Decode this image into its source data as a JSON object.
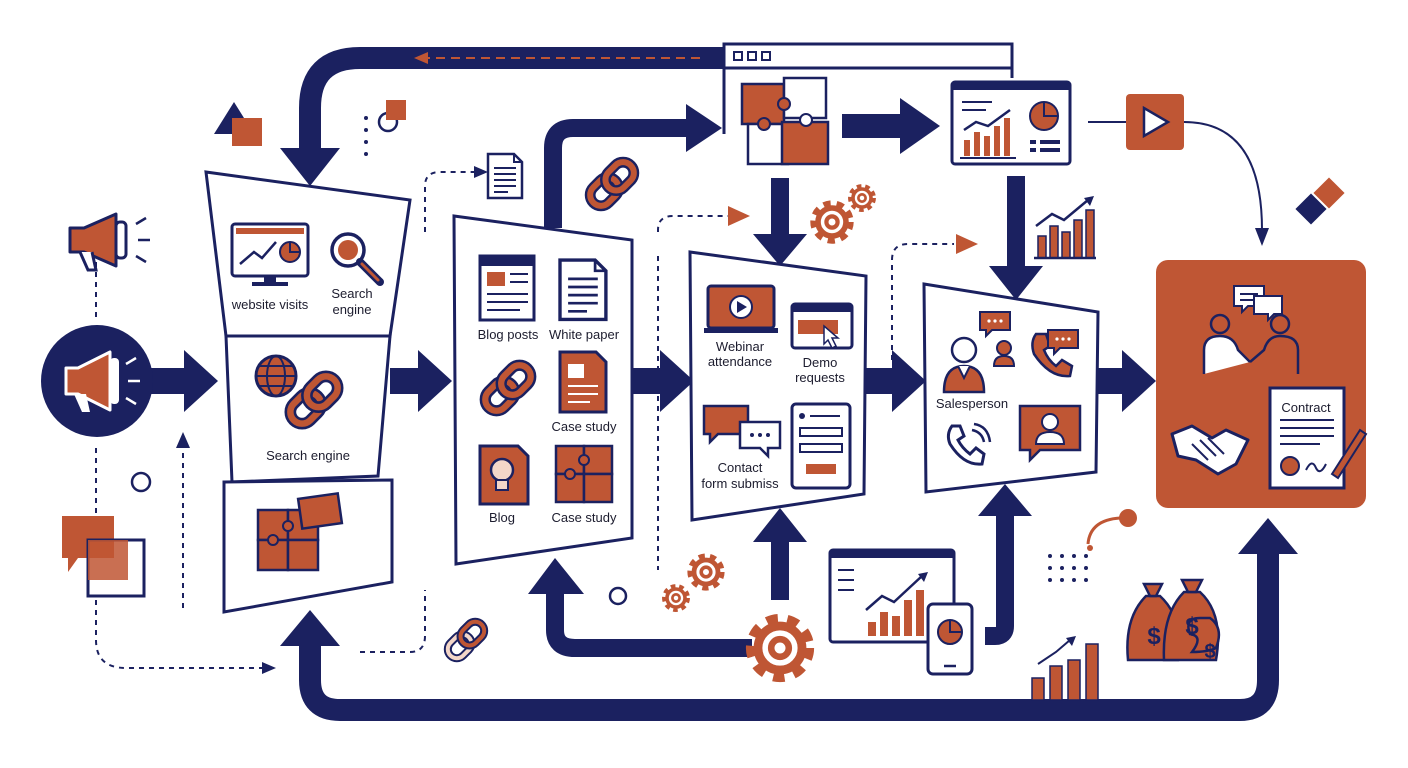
{
  "colors": {
    "navy": "#1b2160",
    "rust": "#bf5634",
    "white": "#ffffff"
  },
  "stage1": {
    "website_visits": "website visits",
    "search_engine_top_1": "Search",
    "search_engine_top_2": "engine",
    "search_engine_mid": "Search engine"
  },
  "stage2": {
    "blog_posts": "Blog posts",
    "white_paper": "White paper",
    "case_study_1": "Case study",
    "blog": "Blog",
    "case_study_2": "Case study"
  },
  "stage3": {
    "webinar_1": "Webinar",
    "webinar_2": "attendance",
    "demo_1": "Demo",
    "demo_2": "requests",
    "contact_1": "Contact",
    "contact_2": "form submiss"
  },
  "stage4": {
    "salesperson": "Salesperson"
  },
  "stage5": {
    "contract": "Contract"
  },
  "icons": [
    "megaphone-icon",
    "monitor-chart-icon",
    "magnifier-icon",
    "globe-icon",
    "chain-link-icon",
    "puzzle-icon",
    "document-icon",
    "lightbulb-icon",
    "webinar-play-icon",
    "demo-screen-icon",
    "chat-bubbles-icon",
    "form-icon",
    "person-icon",
    "phone-icon",
    "video-call-icon",
    "handshake-icon",
    "contract-icon",
    "money-bag-icon",
    "gear-icon",
    "bar-chart-icon",
    "dashboard-icon",
    "play-button-icon"
  ]
}
